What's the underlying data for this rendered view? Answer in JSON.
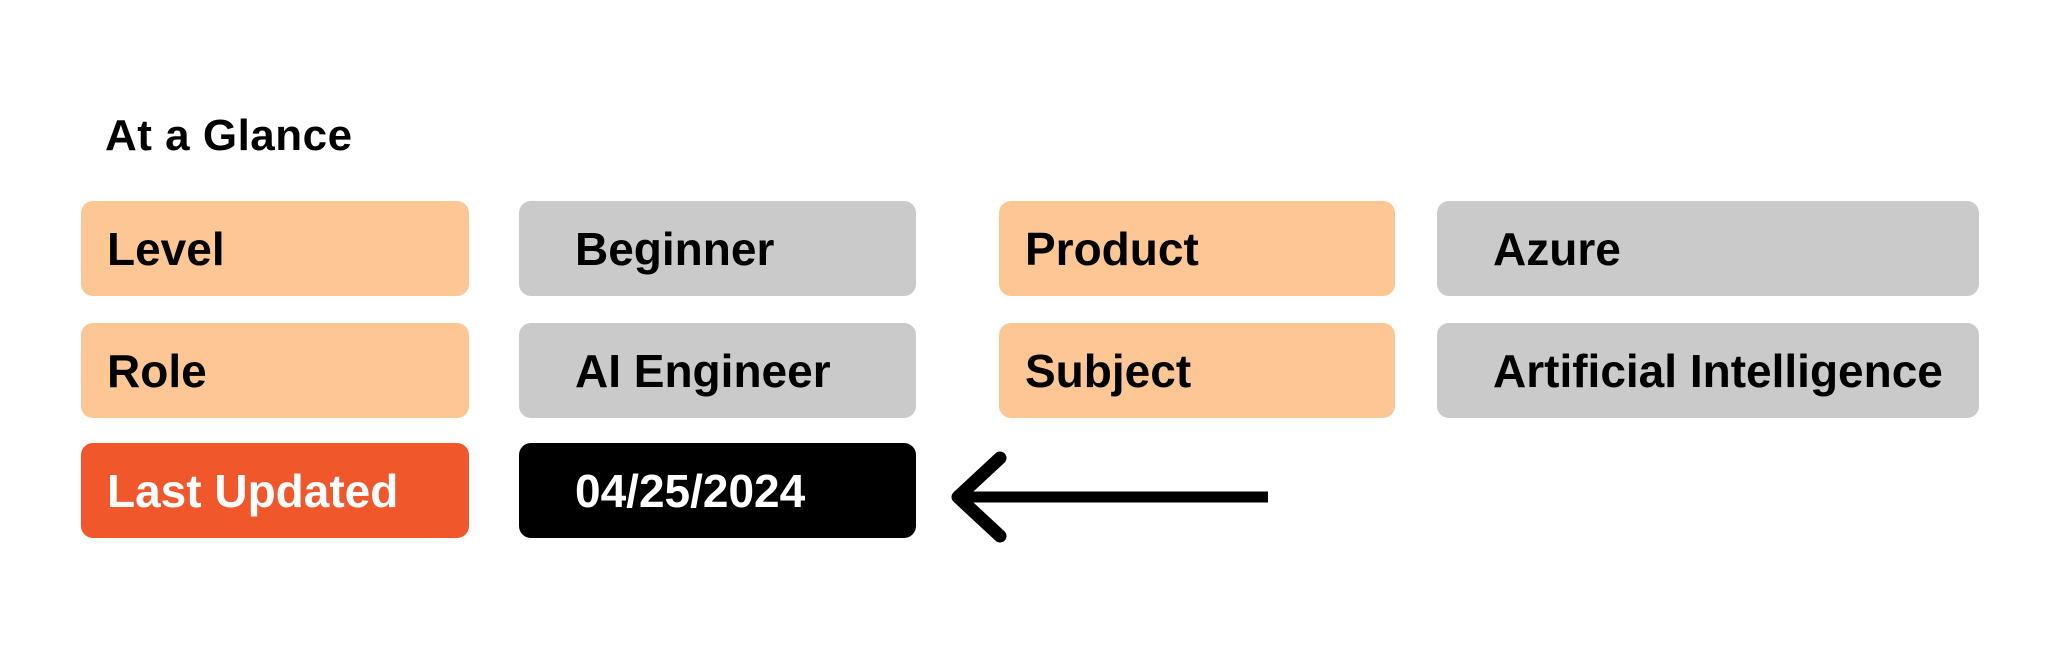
{
  "title": "At a Glance",
  "rows": [
    {
      "cells": [
        {
          "text": "Level",
          "type": "label"
        },
        {
          "text": "Beginner",
          "type": "value"
        },
        {
          "text": "Product",
          "type": "label"
        },
        {
          "text": "Azure",
          "type": "value"
        }
      ]
    },
    {
      "cells": [
        {
          "text": "Role",
          "type": "label"
        },
        {
          "text": "AI Engineer",
          "type": "value"
        },
        {
          "text": "Subject",
          "type": "label"
        },
        {
          "text": "Artificial Intelligence",
          "type": "value"
        }
      ]
    },
    {
      "cells": [
        {
          "text": "Last Updated",
          "type": "label-highlight"
        },
        {
          "text": "04/25/2024",
          "type": "value-highlight"
        }
      ]
    }
  ],
  "arrow": {
    "icon": "left-arrow-icon",
    "direction": "left",
    "color": "#000000"
  },
  "colors": {
    "label_bg": "#FCC795",
    "value_bg": "#CACACA",
    "highlight_label_bg": "#F0572B",
    "highlight_value_bg": "#000000",
    "text": "#000000",
    "highlight_text": "#FFFFFF",
    "canvas_bg": "#FFFFFF"
  }
}
